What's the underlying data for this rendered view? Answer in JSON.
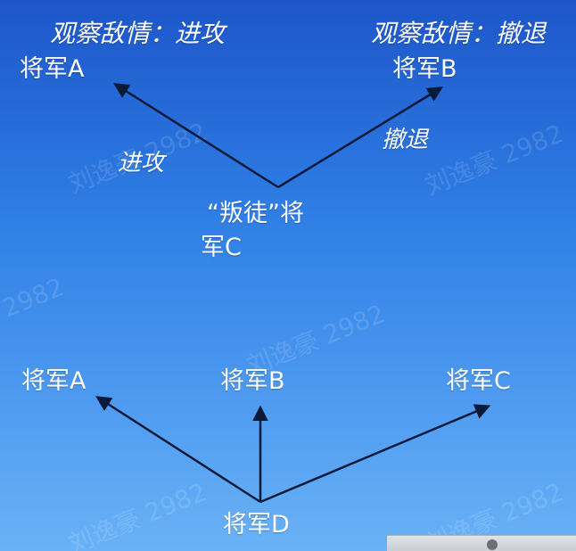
{
  "top": {
    "note_a": "观察敌情：进攻",
    "note_b": "观察敌情：撤退",
    "general_a": "将军A",
    "general_b": "将军B",
    "traitor_line1": "“叛徒”将",
    "traitor_line2": "军C",
    "label_attack": "进攻",
    "label_retreat": "撤退"
  },
  "bottom": {
    "general_a": "将军A",
    "general_b": "将军B",
    "general_c": "将军C",
    "general_d": "将军D"
  },
  "watermark": "刘逸豪 2982",
  "colors": {
    "background_top": "#1d56c9",
    "background_bottom": "#6ab2f6",
    "text": "#ffffff",
    "arrow": "#0b1a38"
  }
}
